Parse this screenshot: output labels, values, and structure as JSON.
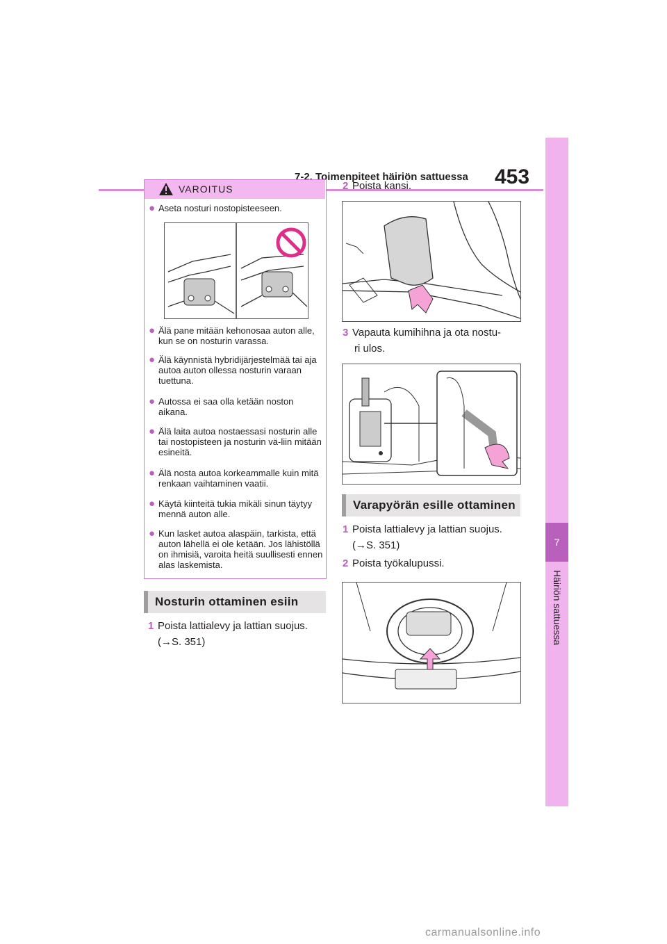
{
  "header": {
    "section_title": "7-2. Toimenpiteet häiriön sattuessa",
    "page_number": "453"
  },
  "side_tab": {
    "chapter_number": "7",
    "chapter_label": "Häiriön sattuessa"
  },
  "warning": {
    "title": "VAROITUS",
    "items": [
      "Aseta nosturi nostopisteeseen.",
      "Älä pane mitään kehonosaa auton alle, kun se on nosturin varassa.",
      "Älä käynnistä hybridijärjestelmää tai aja autoa auton ollessa nosturin varaan tuettuna.",
      "Autossa ei saa olla ketään noston aikana.",
      "Älä laita autoa nostaessasi nosturin alle tai nostopisteen ja nosturin vä-liin mitään esineitä.",
      "Älä nosta autoa korkeammalle kuin mitä renkaan vaihtaminen vaatii.",
      "Käytä kiinteitä tukia mikäli sinun täytyy mennä auton alle.",
      "Kun lasket autoa alaspäin, tarkista, että auton lähellä ei ole ketään. Jos lähistöllä on ihmisiä, varoita heitä suullisesti ennen alas laskemista."
    ]
  },
  "left_section": {
    "heading": "Nosturin ottaminen esiin",
    "step1_num": "1",
    "step1_text": "Poista lattialevy ja lattian suojus.",
    "step1_ref": "(→S. 351)"
  },
  "right_column": {
    "step2_num": "2",
    "step2_text": "Poista kansi.",
    "step3_num": "3",
    "step3_text_line1": "Vapauta kumihihna ja ota nostu-",
    "step3_text_line2": "ri ulos.",
    "heading": "Varapyörän esille ottaminen",
    "spare_step1_num": "1",
    "spare_step1_text": "Poista lattialevy ja lattian suojus.",
    "spare_step1_ref": "(→S. 351)",
    "spare_step2_num": "2",
    "spare_step2_text": "Poista työkalupussi."
  },
  "footer": {
    "watermark": "carmanualsonline.info"
  },
  "colors": {
    "accent": "#b95fbc",
    "tab_pink": "#f1b3ee",
    "rule_pink": "#d98bd6",
    "heading_gray": "#e5e3e3"
  }
}
